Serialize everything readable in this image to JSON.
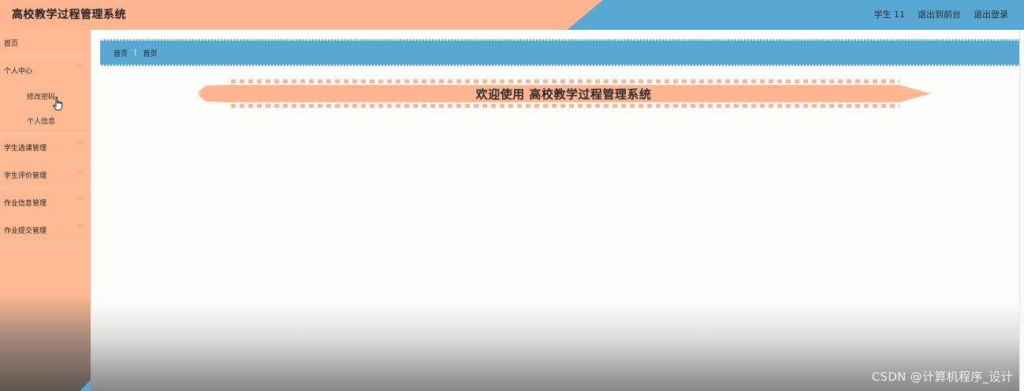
{
  "header": {
    "title": "高校教学过程管理系统",
    "user": "学生 11",
    "to_front": "退出到前台",
    "logout": "退出登录"
  },
  "sidebar": {
    "home": "首页",
    "personal_center": "个人中心",
    "change_password": "修改密码",
    "personal_info": "个人信息",
    "course_selection": "学生选课管理",
    "student_evaluation": "学生评价管理",
    "homework_info": "作业信息管理",
    "homework_submit": "作业提交管理"
  },
  "breadcrumb": {
    "items": [
      "首页",
      "首页"
    ],
    "separator": "|"
  },
  "welcome": {
    "text": "欢迎使用 高校教学过程管理系统"
  },
  "watermark": "CSDN @计算机程序_设计",
  "colors": {
    "peach": "#ffb58f",
    "blue": "#58a8d4"
  }
}
